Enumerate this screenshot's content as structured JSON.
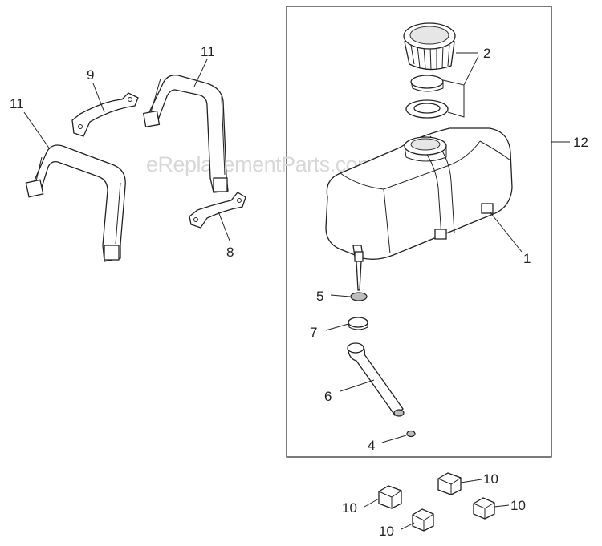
{
  "watermark": "eReplacementParts.com",
  "callouts": {
    "c1": "1",
    "c2": "2",
    "c4": "4",
    "c5": "5",
    "c6": "6",
    "c7": "7",
    "c8": "8",
    "c9": "9",
    "c10a": "10",
    "c10b": "10",
    "c10c": "10",
    "c10d": "10",
    "c11a": "11",
    "c11b": "11",
    "c12": "12"
  }
}
